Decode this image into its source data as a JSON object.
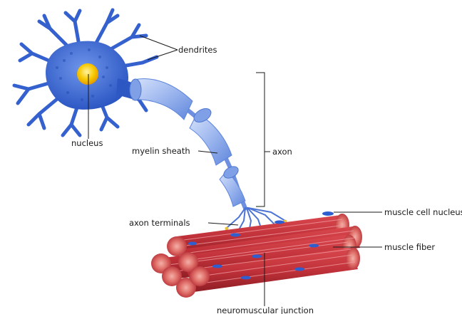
{
  "labels": {
    "dendrites": "dendrites",
    "nucleus": "nucleus",
    "myelin_sheath": "myelin sheath",
    "axon": "axon",
    "axon_terminals": "axon terminals",
    "muscle_cell_nucleus": "muscle cell nucleus",
    "muscle_fiber": "muscle fiber",
    "neuromuscular_junction": "neuromuscular junction"
  },
  "colors": {
    "neuron_body": "#3f6fd8",
    "neuron_dark": "#2650b8",
    "nucleus": "#f5c400",
    "myelin": "#9fb9ef",
    "muscle": "#c8343a",
    "muscle_stripe": "#e9868a",
    "muscle_nucleus": "#2f5fcf"
  }
}
